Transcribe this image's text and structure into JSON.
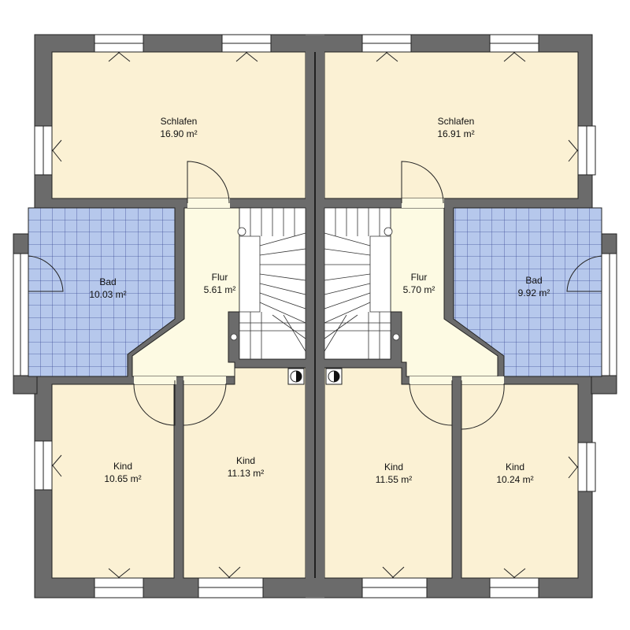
{
  "colors": {
    "wall": "#6b6b6b",
    "floor": "#fbf1d4",
    "hall": "#fdfae3",
    "tile": "#b6c8ec",
    "tile_line": "#3d4c99",
    "stair": "#ffffff"
  },
  "rooms": [
    {
      "id": "schlafen-left",
      "name": "Schlafen",
      "area": "16.90 m²"
    },
    {
      "id": "schlafen-right",
      "name": "Schlafen",
      "area": "16.91 m²"
    },
    {
      "id": "bad-left",
      "name": "Bad",
      "area": "10.03 m²"
    },
    {
      "id": "bad-right",
      "name": "Bad",
      "area": "9.92 m²"
    },
    {
      "id": "flur-left",
      "name": "Flur",
      "area": "5.61 m²"
    },
    {
      "id": "flur-right",
      "name": "Flur",
      "area": "5.70 m²"
    },
    {
      "id": "kind-1",
      "name": "Kind",
      "area": "10.65 m²"
    },
    {
      "id": "kind-2",
      "name": "Kind",
      "area": "11.13 m²"
    },
    {
      "id": "kind-3",
      "name": "Kind",
      "area": "11.55 m²"
    },
    {
      "id": "kind-4",
      "name": "Kind",
      "area": "10.24 m²"
    }
  ]
}
